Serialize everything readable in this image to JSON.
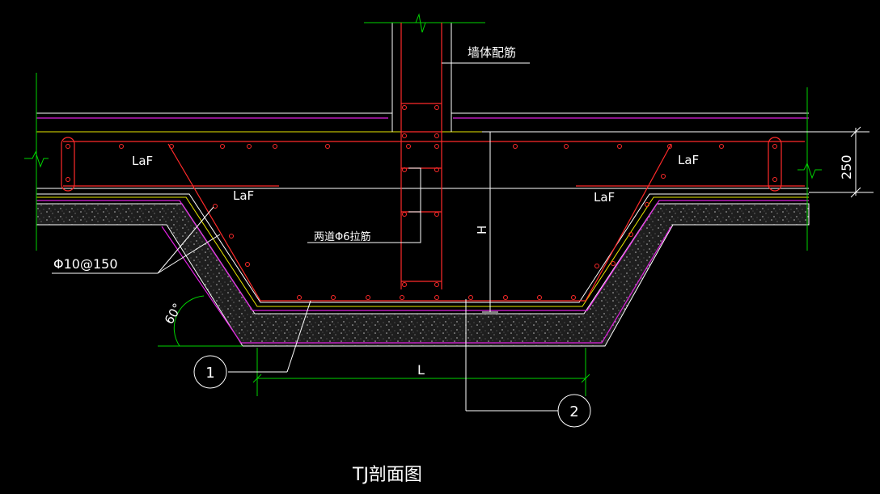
{
  "labels": {
    "wall_rebar": "墙体配筋",
    "laf": "LaF",
    "tie_bar": "两道Φ6拉筋",
    "bottom_bar": "Φ10@150",
    "angle": "60°",
    "dim_height": "H",
    "dim_250": "250",
    "dim_length": "L",
    "callout_1": "1",
    "callout_2": "2",
    "title": "TJ剖面图"
  },
  "colors": {
    "background": "#000000",
    "red_rebar": "#ff2a2a",
    "white_line": "#ffffff",
    "green_dim": "#00d400",
    "magenta_line": "#e020e0",
    "yellow_line": "#e8e800",
    "concrete_fill": "#3a3a3a"
  }
}
